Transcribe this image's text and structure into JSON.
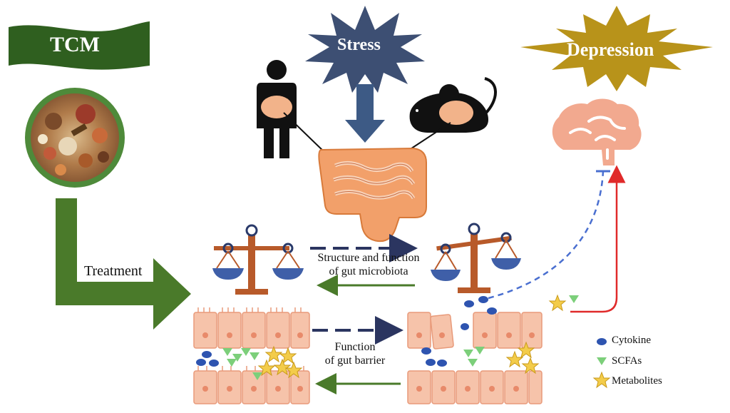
{
  "banners": {
    "tcm": "TCM",
    "stress": "Stress",
    "depression": "Depression"
  },
  "labels": {
    "treatment": "Treatment",
    "microbiota_line1": "Structure and function",
    "microbiota_line2": "of gut microbiota",
    "barrier_line1": "Function",
    "barrier_line2": "of gut barrier"
  },
  "legend": {
    "cytokine": "Cytokine",
    "scfas": "SCFAs",
    "metabolites": "Metabolites"
  },
  "colors": {
    "tcm_green": "#2f5f1f",
    "arrow_green": "#4a7a2a",
    "stress_navy": "#3d4f73",
    "depression_gold": "#b8931a",
    "gut_orange": "#f2b38a",
    "brain_salmon": "#f2a98f",
    "scale_brown": "#b85a2a",
    "scale_blue": "#3f5fa8",
    "cell_pink": "#f6c3aa",
    "cytokine_blue": "#2e54b0",
    "scfa_green": "#7ccf7a",
    "metabolite_gold": "#f3cc4a",
    "inhibit_blue": "#4a6fd0",
    "activate_red": "#e02a2a"
  }
}
